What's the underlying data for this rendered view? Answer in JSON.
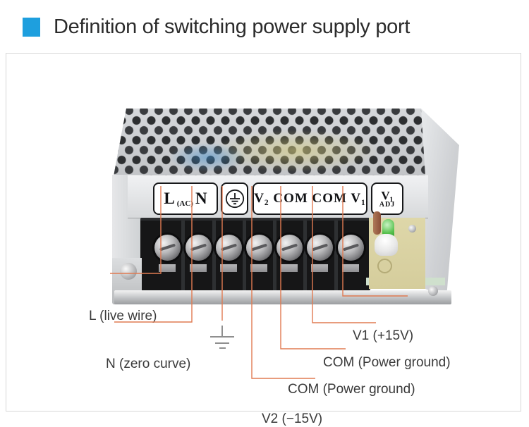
{
  "title": {
    "text": "Definition of switching power supply port",
    "bullet_color": "#1E9FDE"
  },
  "device_panel": {
    "input_box": {
      "l": "L",
      "ac_sub": "(AC)",
      "n": "N"
    },
    "ground_box_icon": "protective-earth-icon",
    "output_box": "V₂ COM COM V₁",
    "adj_box": {
      "top": "V₁",
      "bottom": "ADJ"
    }
  },
  "port_labels": {
    "l": "L (live wire)",
    "n": "N (zero curve)",
    "v2": "V2 (−15V)",
    "com1": "COM (Power ground)",
    "com2": "COM (Power ground)",
    "v1": "V1 (+15V)"
  },
  "colors": {
    "leader_line": "#E07B52",
    "ground_symbol": "#8F8F8F",
    "frame_border": "#D6D6D6",
    "title_text": "#2B2B2B"
  }
}
